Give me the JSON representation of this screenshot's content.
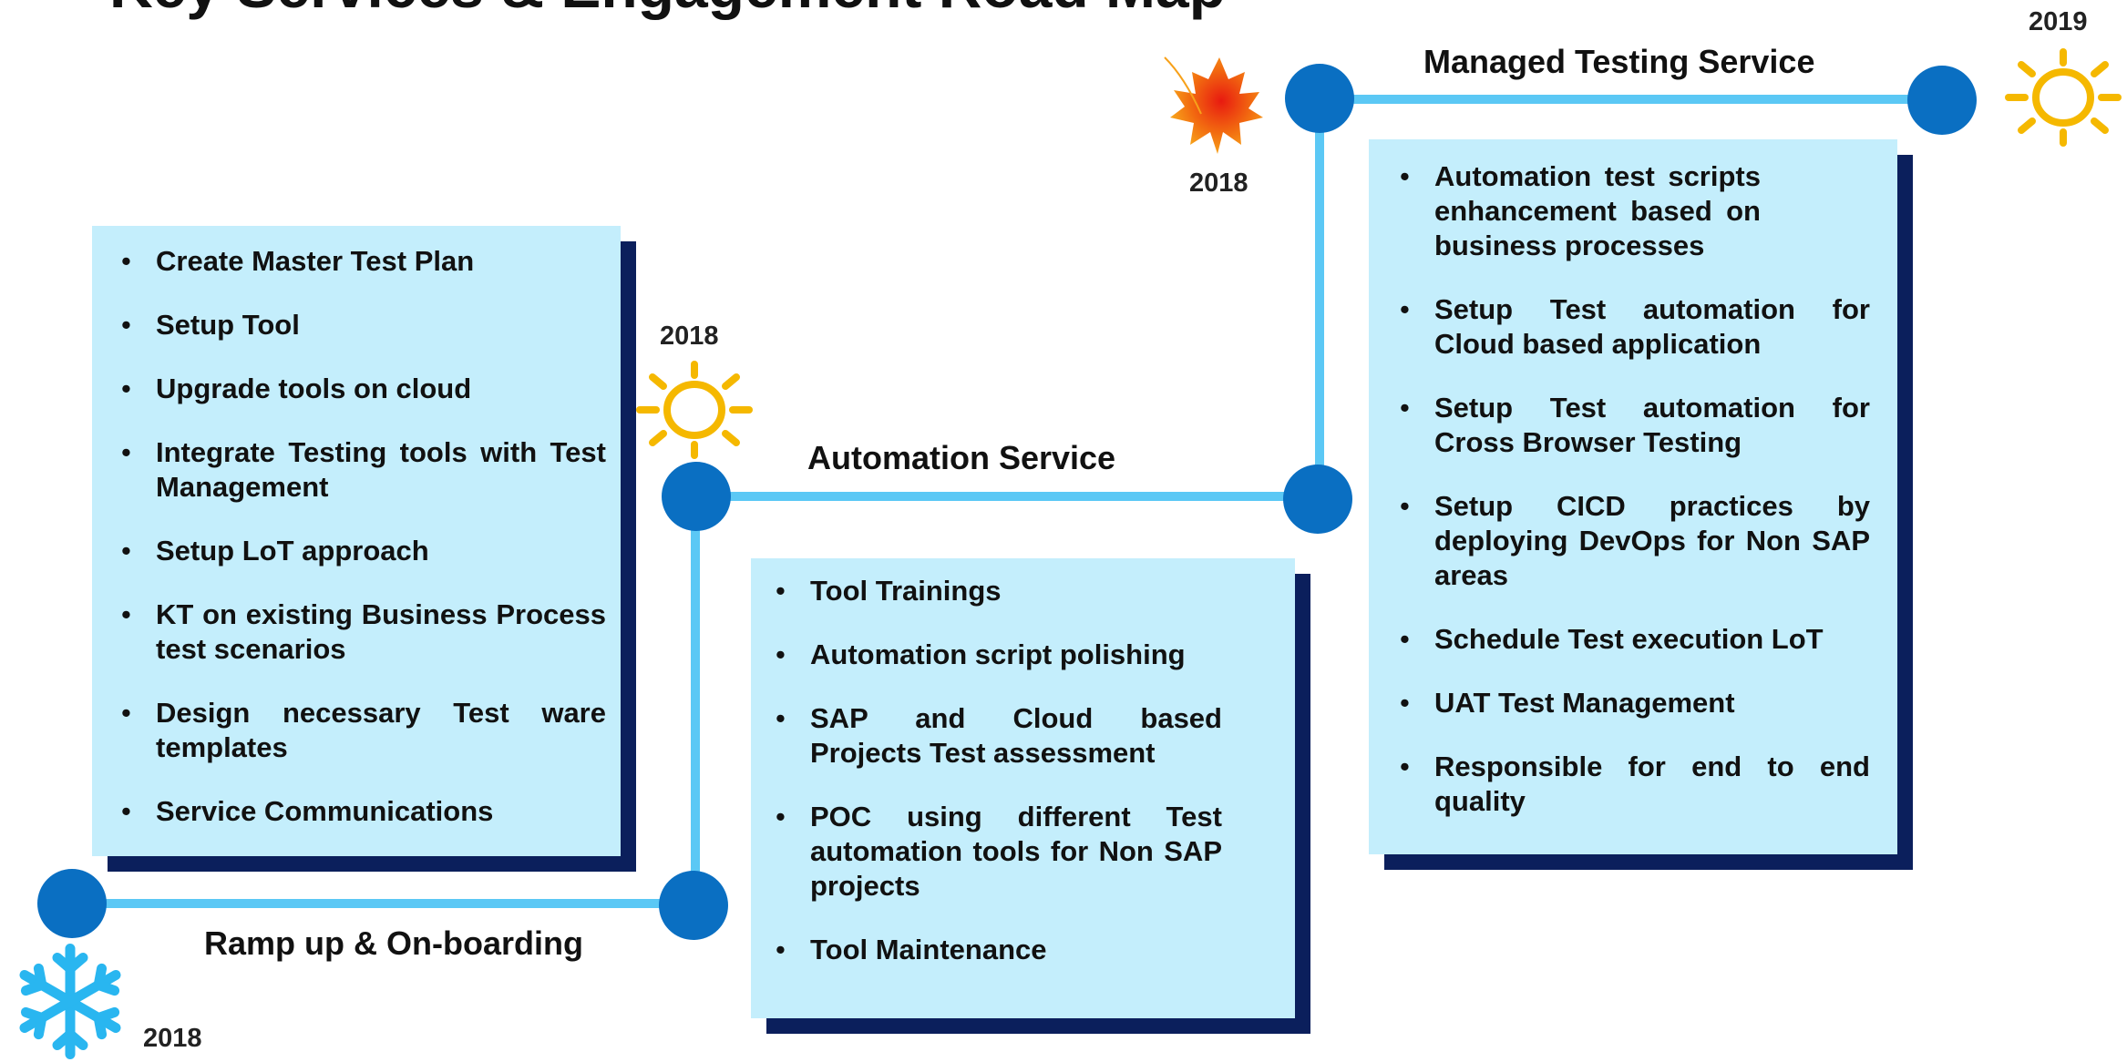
{
  "title": "Key Services & Engagement Road Map",
  "phases": {
    "rampup": {
      "label": "Ramp up & On-boarding",
      "year": "2018",
      "season_icon": "snowflake-icon",
      "items": [
        "Create Master Test Plan",
        "Setup Tool",
        "Upgrade tools on cloud",
        "Integrate Testing tools with Test Management",
        "Setup LoT approach",
        "KT on existing Business Process test scenarios",
        "Design necessary Test ware templates",
        "Service Communications"
      ]
    },
    "automation": {
      "label": "Automation Service",
      "year": "2018",
      "season_icon": "sun-icon",
      "items": [
        "Tool Trainings",
        "Automation script polishing",
        "SAP and Cloud based Projects Test assessment",
        "POC using different Test automation tools for Non SAP projects",
        " Tool Maintenance"
      ]
    },
    "managed": {
      "label": "Managed Testing Service",
      "year_start": "2018",
      "year_end": "2019",
      "season_icon_start": "maple-leaf-icon",
      "season_icon_end": "sun-icon",
      "items": [
        "Automation test scripts enhancement based on business processes",
        "Setup Test automation for Cloud based application",
        "Setup Test automation for Cross Browser Testing",
        "Setup CICD practices by deploying DevOps for Non SAP areas",
        "Schedule Test execution LoT",
        "UAT Test Management",
        "Responsible for end to end quality"
      ]
    }
  },
  "colors": {
    "connector": "#5bc8f5",
    "node": "#0a6fc2",
    "box_fill": "#c4eefc",
    "box_shadow": "#0b1f5c",
    "sun": "#f5b800",
    "snowflake": "#29b6f0",
    "leaf": "#f26a10"
  }
}
